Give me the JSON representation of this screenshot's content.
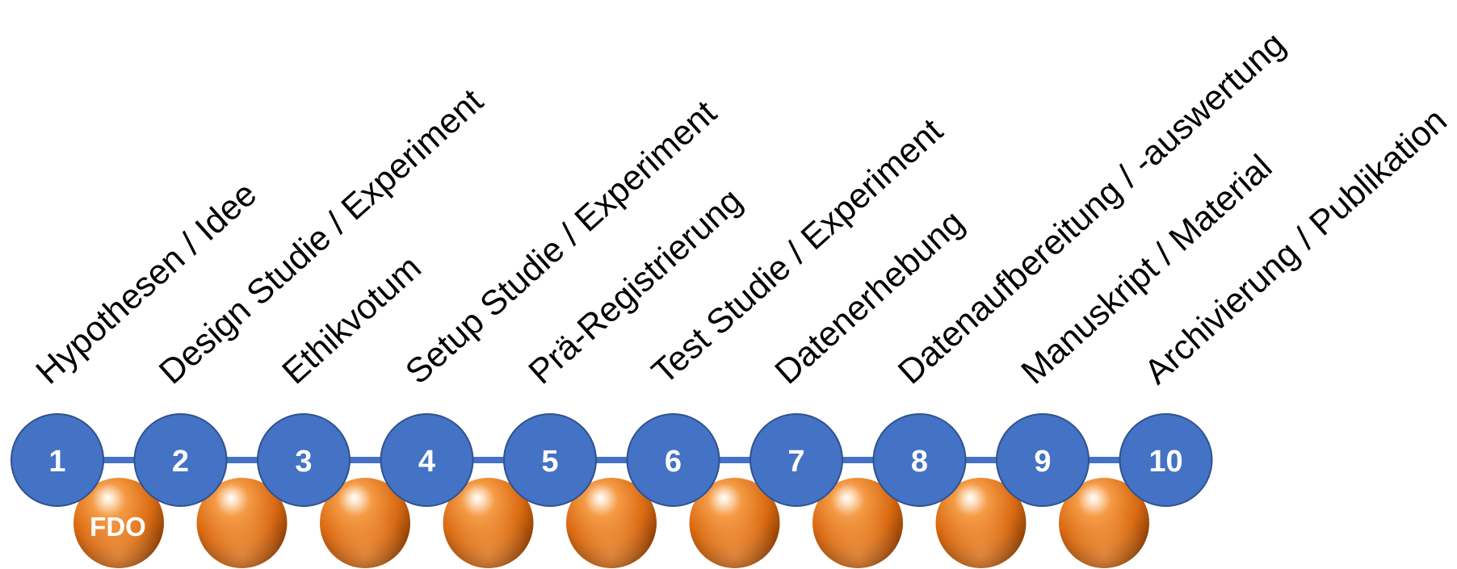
{
  "colors": {
    "step_circle": "#4472c4",
    "step_circle_border": "#2f528f",
    "connector_line": "#4472c4",
    "sphere_base": "#e07a1f",
    "label_text": "#000000",
    "number_text": "#ffffff"
  },
  "steps": [
    {
      "number": "1",
      "label": "Hypothesen / Idee"
    },
    {
      "number": "2",
      "label": "Design Studie / Experiment"
    },
    {
      "number": "3",
      "label": "Ethikvotum"
    },
    {
      "number": "4",
      "label": "Setup Studie / Experiment"
    },
    {
      "number": "5",
      "label": "Prä-Registrierung"
    },
    {
      "number": "6",
      "label": "Test Studie / Experiment"
    },
    {
      "number": "7",
      "label": "Datenerhebung"
    },
    {
      "number": "8",
      "label": "Datenaufbereitung / -auswertung"
    },
    {
      "number": "9",
      "label": "Manuskript / Material"
    },
    {
      "number": "10",
      "label": "Archivierung / Publikation"
    }
  ],
  "fdo": {
    "label": "FDO",
    "sphere_count": 9,
    "sphere_icon": "orange-sphere-icon"
  }
}
